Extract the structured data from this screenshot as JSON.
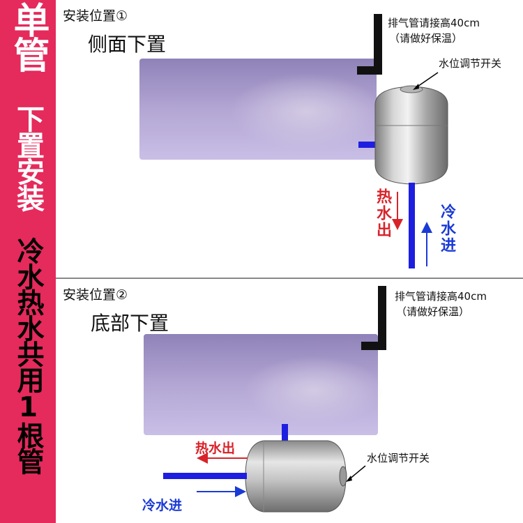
{
  "sidebar": {
    "title": "单管",
    "subtitle": "下置安装",
    "note": "冷水热水共用1根管"
  },
  "position1": {
    "title": "安装位置①",
    "subtitle": "侧面下置",
    "vent_note": "排气管请接高40cm",
    "vent_note2": "（请做好保温）",
    "switch_label": "水位调节开关",
    "hot_out": "热水出",
    "cold_in": "冷水进"
  },
  "position2": {
    "title": "安装位置②",
    "subtitle": "底部下置",
    "vent_note": "排气管请接高40cm",
    "vent_note2": "（请做好保温）",
    "switch_label": "水位调节开关",
    "hot_out": "热水出",
    "cold_in": "冷水进"
  },
  "colors": {
    "sidebar": "#e52a5c",
    "hot": "#d8232a",
    "cold": "#1a3ad6",
    "pipe": "#1e1ee0",
    "vent": "#111111",
    "heater": "#a89ac8"
  }
}
